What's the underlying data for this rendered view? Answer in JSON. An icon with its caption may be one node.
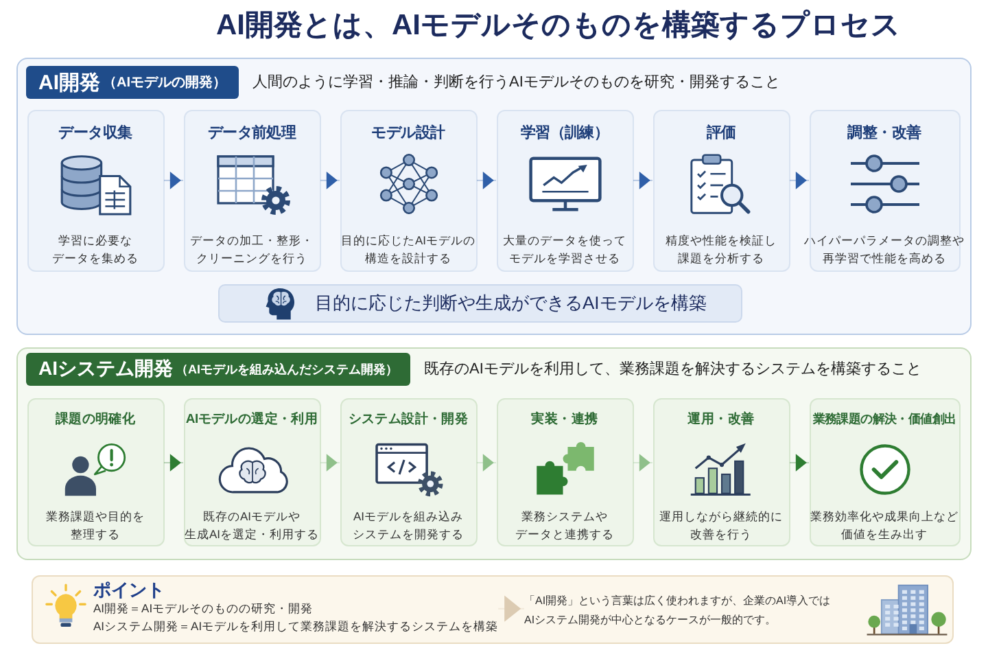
{
  "diagram": {
    "title": "AI開発とは、AIモデルそのものを構築するプロセス",
    "nodes": [
      {
        "text": [
          "AI開発",
          "（AIモデルの開発）",
          "人間のように学習・推論・判断を行うAIモデルそのものを研究・開発すること"
        ]
      },
      {
        "text": [
          "データ収集",
          "学習に必要なデータを集める"
        ],
        "in": 0
      },
      {
        "text": [
          "データ前処理",
          "データの加工・整形・クリーニングを行う"
        ],
        "in": 0
      },
      {
        "text": [
          "モデル設計",
          "目的に応じたAIモデルの構造を設計する"
        ],
        "in": 0
      },
      {
        "text": [
          "学習（訓練）",
          "大量のデータを使ってモデルを学習させる"
        ],
        "in": 0
      },
      {
        "text": [
          "評価",
          "精度や性能を検証し課題を分析する"
        ],
        "in": 0
      },
      {
        "text": [
          "調整・改善",
          "ハイパーパラメータの調整や再学習で性能を高める"
        ],
        "in": 0
      },
      {
        "text": [
          "目的に応じた判断や生成ができるAIモデルを構築"
        ],
        "in": 0
      },
      {
        "text": [
          "AIシステム開発",
          "（AIモデルを組み込んだシステム開発）",
          "既存のAIモデルを利用して、業務課題を解決するシステムを構築すること"
        ]
      },
      {
        "text": [
          "課題の明確化",
          "業務課題や目的を整理する"
        ],
        "in": 8
      },
      {
        "text": [
          "AIモデルの選定・利用",
          "既存のAIモデルや生成AIを選定・利用する"
        ],
        "in": 8
      },
      {
        "text": [
          "システム設計・開発",
          "AIモデルを組み込みシステムを開発する"
        ],
        "in": 8
      },
      {
        "text": [
          "実装・連携",
          "業務システムやデータと連携する"
        ],
        "in": 8
      },
      {
        "text": [
          "運用・改善",
          "運用しながら継続的に改善を行う"
        ],
        "in": 8
      },
      {
        "text": [
          "業務課題の解決・価値創出",
          "業務効率化や成果向上など価値を生み出す"
        ],
        "in": 8
      },
      {
        "text": [],
        "shape": "box"
      },
      {
        "text": [
          "ポイント",
          "AI開発＝AIモデルそのものの研究・開発",
          "AIシステム開発＝AIモデルを利用して業務課題を解決するシステムを構築"
        ],
        "in": 15
      },
      {
        "text": [
          "「AI開発」という言葉は広く使われますが、企業のAI導入ではAIシステム開発が中心となるケースが一般的です。"
        ],
        "in": 15
      }
    ],
    "edges": [
      {
        "from": 1,
        "to": 2,
        "arrow": "to"
      },
      {
        "from": 2,
        "to": 3,
        "arrow": "to"
      },
      {
        "from": 3,
        "to": 4,
        "arrow": "to"
      },
      {
        "from": 4,
        "to": 5,
        "arrow": "to"
      },
      {
        "from": 5,
        "to": 6,
        "arrow": "to"
      },
      {
        "from": 9,
        "to": 10,
        "arrow": "to",
        "color": "#2e7d32"
      },
      {
        "from": 10,
        "to": 11,
        "arrow": "to",
        "color": "#8fc08a"
      },
      {
        "from": 11,
        "to": 12,
        "arrow": "to",
        "color": "#8fc08a"
      },
      {
        "from": 12,
        "to": 13,
        "arrow": "to",
        "color": "#8fc08a"
      },
      {
        "from": 13,
        "to": 14,
        "arrow": "to",
        "color": "#2e7d32"
      },
      {
        "from": 16,
        "to": 17,
        "arrow": "to",
        "color": "#dccbb2"
      }
    ]
  }
}
